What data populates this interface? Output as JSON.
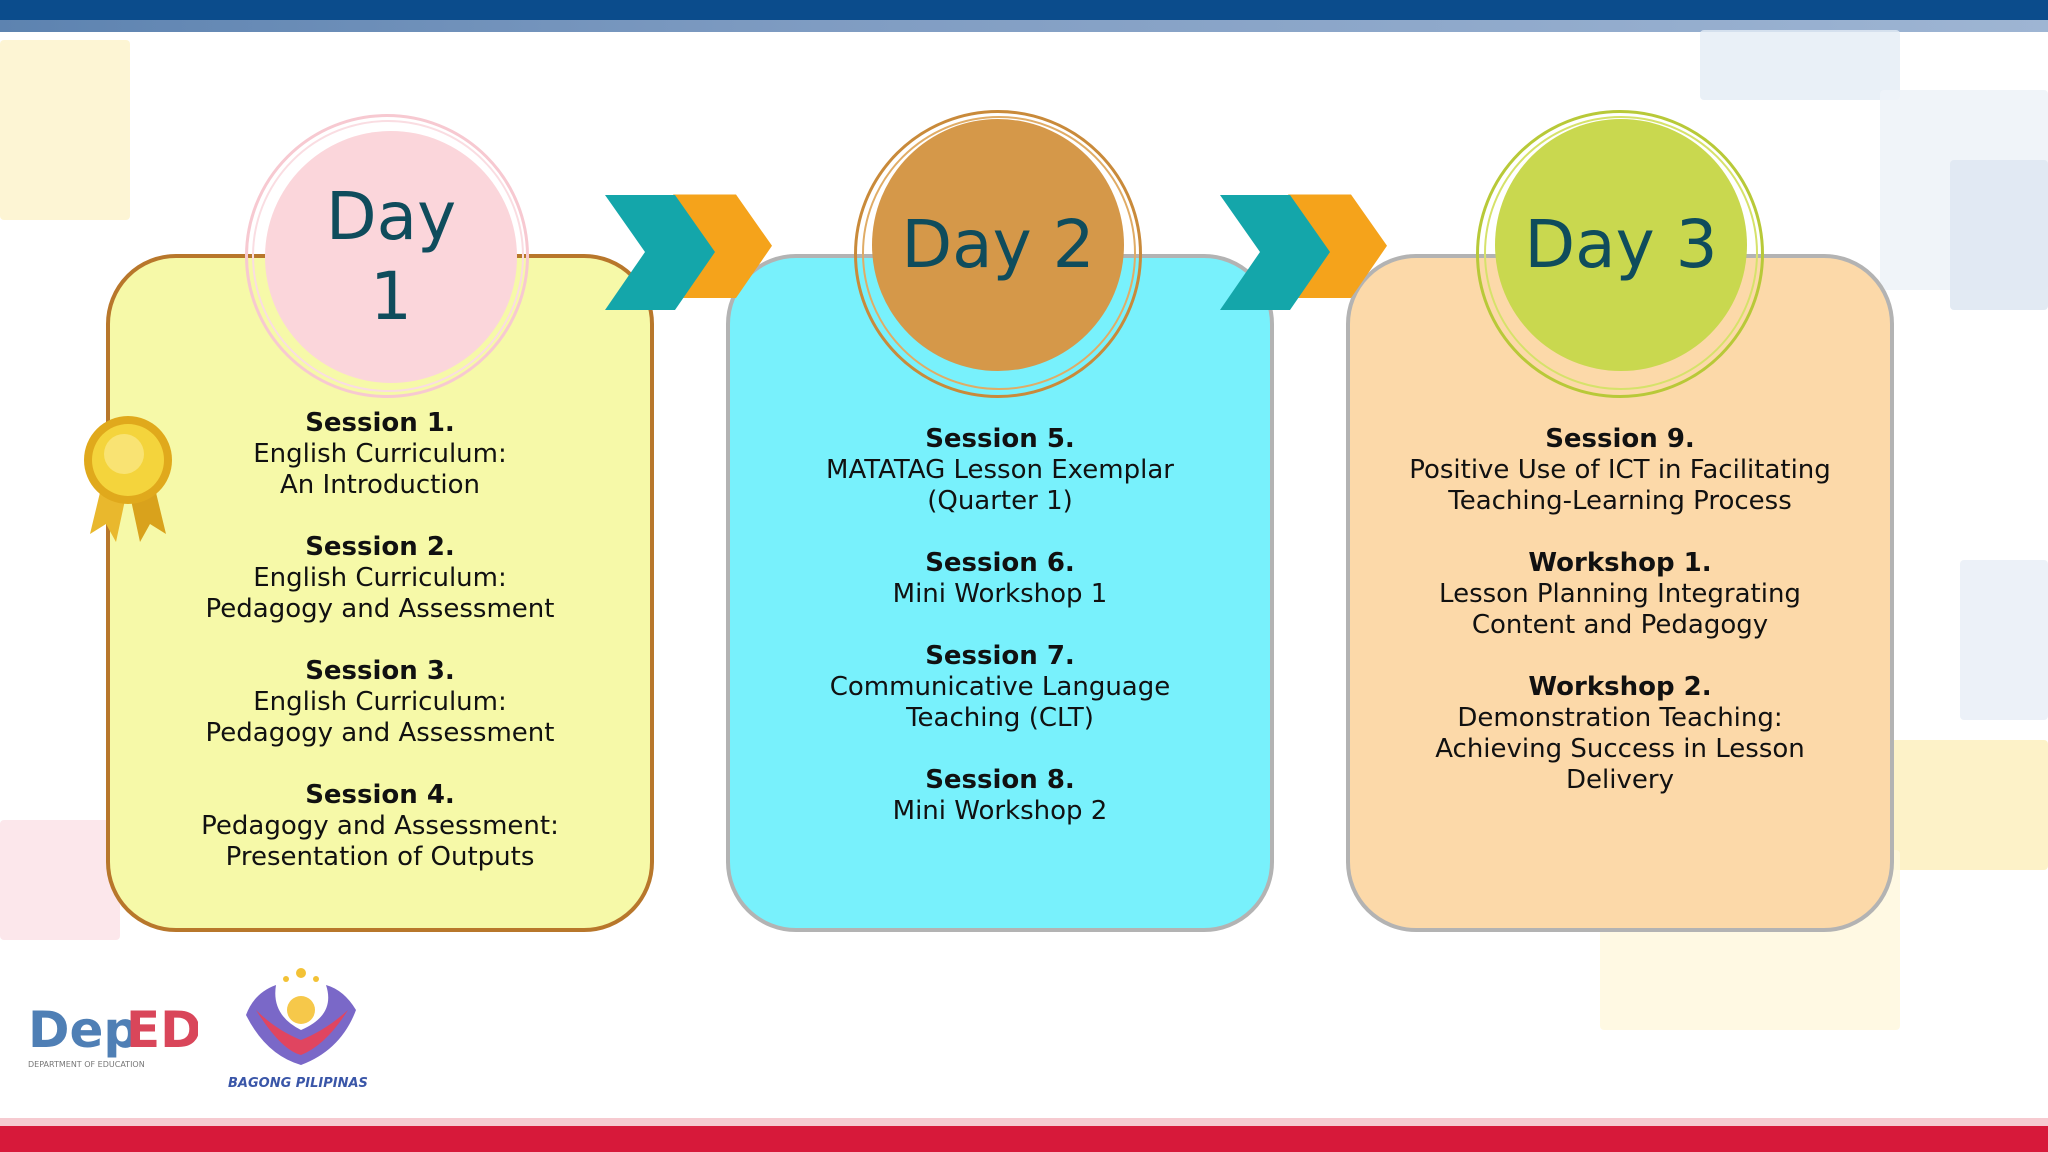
{
  "days": [
    {
      "title": "Day 1",
      "title_lines": [
        "Day",
        "1"
      ],
      "circle_color": "#fbd6db",
      "card_color": "#f6f9a8",
      "sessions": [
        {
          "head": "Session 1.",
          "lines": [
            "English Curriculum:",
            "An Introduction"
          ]
        },
        {
          "head": "Session 2.",
          "lines": [
            "English Curriculum:",
            "Pedagogy and Assessment"
          ]
        },
        {
          "head": "Session 3.",
          "lines": [
            "English Curriculum:",
            "Pedagogy and Assessment"
          ]
        },
        {
          "head": "Session 4.",
          "lines": [
            "Pedagogy and Assessment:",
            "Presentation of Outputs"
          ]
        }
      ]
    },
    {
      "title": "Day 2",
      "circle_color": "#d59849",
      "card_color": "#78f1fc",
      "sessions": [
        {
          "head": "Session 5.",
          "lines": [
            "MATATAG Lesson Exemplar",
            "(Quarter 1)"
          ]
        },
        {
          "head": "Session 6.",
          "lines": [
            "Mini Workshop 1"
          ]
        },
        {
          "head": "Session 7.",
          "lines": [
            "Communicative Language",
            "Teaching (CLT)"
          ]
        },
        {
          "head": "Session 8.",
          "lines": [
            "Mini Workshop 2"
          ]
        }
      ]
    },
    {
      "title": "Day 3",
      "circle_color": "#c9d84f",
      "card_color": "#fcd9a9",
      "sessions": [
        {
          "head": "Session 9.",
          "lines": [
            "Positive Use of ICT in Facilitating",
            "Teaching-Learning Process"
          ]
        },
        {
          "head": "Workshop 1.",
          "lines": [
            "Lesson Planning Integrating",
            "Content and Pedagogy"
          ]
        },
        {
          "head": "Workshop 2.",
          "lines": [
            "Demonstration Teaching:",
            "Achieving Success in Lesson",
            "Delivery"
          ]
        }
      ]
    }
  ],
  "logos": {
    "deped": {
      "text": "DepED",
      "sub": "DEPARTMENT OF EDUCATION"
    },
    "bagong_pilipinas": {
      "text": "BAGONG PILIPINAS"
    }
  },
  "colors": {
    "top_bar": "#0b4c8c",
    "bottom_bar": "#d7193a",
    "arrow_teal": "#14a6aa",
    "arrow_orange": "#f5a31b",
    "title_text": "#0f4c5c"
  },
  "icons": {
    "medal": "medal-icon",
    "arrow": "chevron-arrow-icon"
  }
}
